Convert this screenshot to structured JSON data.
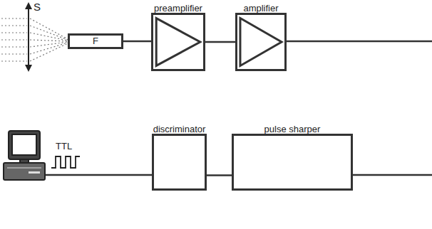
{
  "diagram": {
    "nodes": [
      {
        "text": [
          "F"
        ]
      },
      {
        "text": [
          "preamplifier"
        ]
      },
      {
        "text": [
          "amplifier"
        ]
      },
      {
        "text": [
          "discriminator"
        ]
      },
      {
        "text": [
          "pulse sharper"
        ]
      }
    ],
    "edges": [
      {
        "from": 0,
        "to": 1,
        "arrow": "none"
      },
      {
        "from": 1,
        "to": 2,
        "arrow": "none"
      },
      {
        "from": 3,
        "to": 4,
        "arrow": "none"
      }
    ],
    "labels": [
      "S",
      "TTL"
    ]
  }
}
